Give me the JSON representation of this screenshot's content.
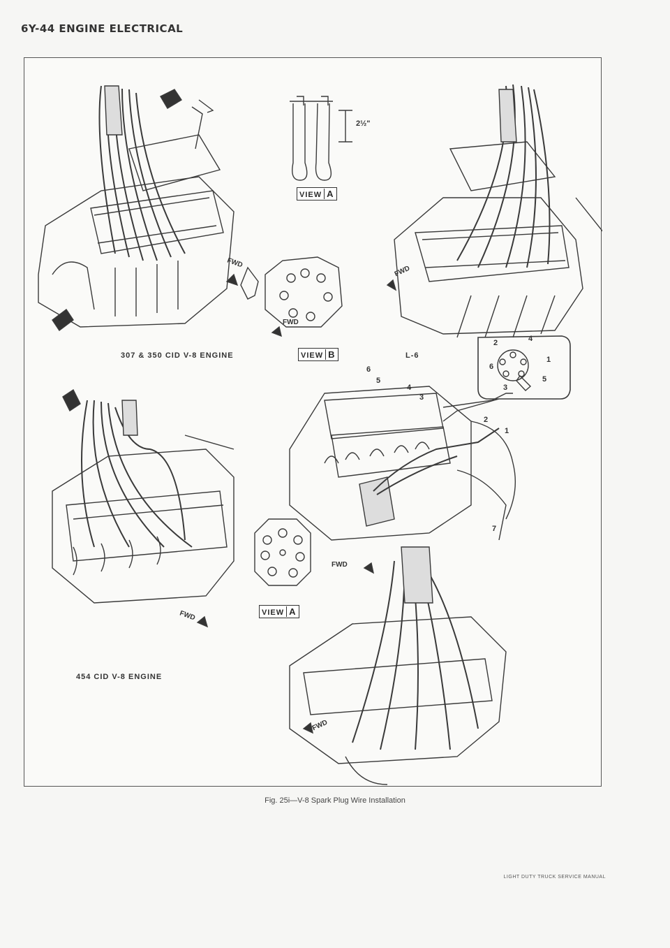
{
  "header": {
    "title": "6Y-44 ENGINE ELECTRICAL"
  },
  "figure": {
    "label_v8_small": "307 & 350 CID V-8 ENGINE",
    "label_l6": "L-6",
    "label_v8_big": "454 CID V-8 ENGINE",
    "view_word": "VIEW",
    "view_a": "A",
    "view_b": "B",
    "fwd": "FWD",
    "dimension": "2½\"",
    "l6_numbers": [
      "1",
      "2",
      "3",
      "4",
      "5",
      "6",
      "7"
    ],
    "cap_numbers": [
      "1",
      "2",
      "3",
      "4",
      "5",
      "6"
    ]
  },
  "caption": "Fig. 25i—V-8 Spark Plug Wire Installation",
  "footer": "LIGHT DUTY TRUCK SERVICE MANUAL"
}
